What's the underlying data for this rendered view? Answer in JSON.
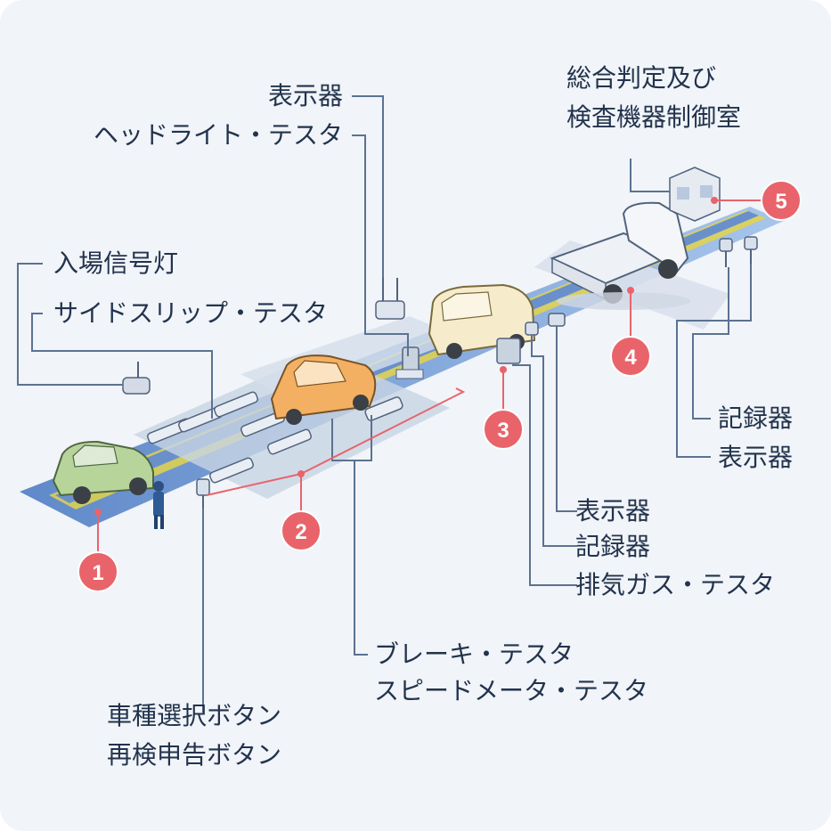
{
  "labels": {
    "headlight_display": "表示器",
    "headlight_tester": "ヘッドライト・テスタ",
    "entry_signal": "入場信号灯",
    "side_slip_tester": "サイドスリップ・テスタ",
    "control_room_line1": "総合判定及び",
    "control_room_line2": "検査機器制御室",
    "right_recorder": "記録器",
    "right_display": "表示器",
    "exhaust_display": "表示器",
    "exhaust_recorder": "記録器",
    "exhaust_tester": "排気ガス・テスタ",
    "brake_tester": "ブレーキ・テスタ",
    "speedometer_tester": "スピードメータ・テスタ",
    "vehicle_select_button": "車種選択ボタン",
    "reinspection_button": "再検申告ボタン"
  },
  "badges": [
    "1",
    "2",
    "3",
    "4",
    "5"
  ],
  "colors": {
    "background": "#f1f4f8",
    "leader_line": "#5b7291",
    "badge": "#e8646a",
    "lane": "#5a86c8",
    "stripe": "#e3d34a",
    "text": "#22334d"
  }
}
